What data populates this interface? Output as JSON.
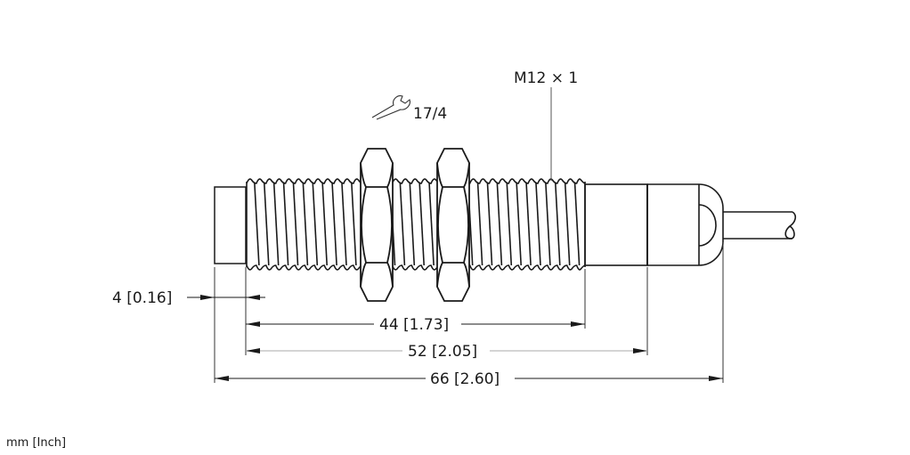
{
  "drawing": {
    "thread_label": "M12 × 1",
    "wrench_label": "17/4",
    "wrench_icon": "wrench-icon",
    "dimensions": [
      {
        "name": "front-cap",
        "label": "4 [0.16]",
        "mm": 4,
        "inch": 0.16
      },
      {
        "name": "thread-length",
        "label": "44 [1.73]",
        "mm": 44,
        "inch": 1.73
      },
      {
        "name": "body-length",
        "label": "52 [2.05]",
        "mm": 52,
        "inch": 2.05
      },
      {
        "name": "overall-length",
        "label": "66 [2.60]",
        "mm": 66,
        "inch": 2.6
      }
    ],
    "units_note": "mm [Inch]"
  },
  "colors": {
    "line": "#1a1a1a",
    "dim": "#333333",
    "dim_light": "#bbbbbb"
  }
}
